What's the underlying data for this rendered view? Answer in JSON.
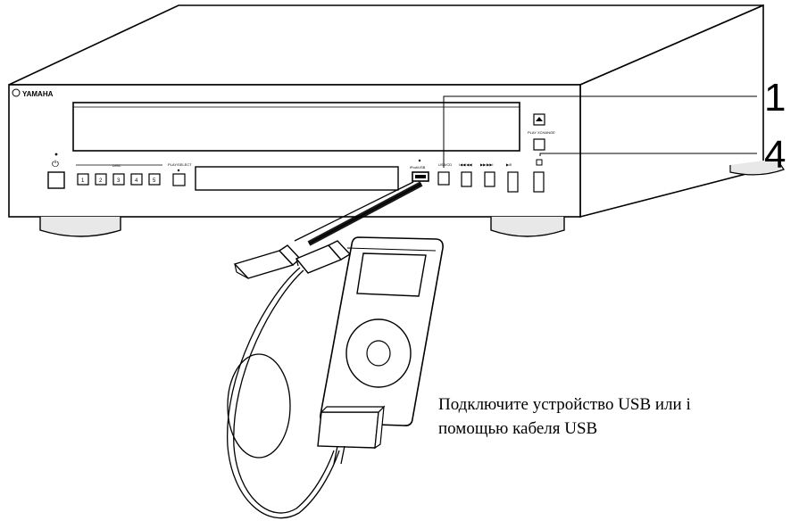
{
  "device": {
    "brand": "YAMAHA",
    "logo_mark": "yamaha-tuning-fork-logo",
    "front_labels": {
      "disc": "DISC",
      "play_select": "PLAY/SELECT",
      "port": "iPod/USB",
      "usb_mode": "USB/CD",
      "skip_back": "I◀◀/◀◀",
      "skip_fwd": "▶▶/▶▶I",
      "play_pause": "▶/II",
      "play_xchange": "PLAY XCHANGE"
    },
    "disc_buttons": [
      "1",
      "2",
      "3",
      "4",
      "5"
    ]
  },
  "callouts": [
    "1",
    "4"
  ],
  "caption": {
    "line1": "Подключите устройство USB или i",
    "line2": "помощью кабеля USB"
  },
  "colors": {
    "line": "#000000",
    "body": "#ffffff",
    "shadow": "#d0d0d0"
  }
}
